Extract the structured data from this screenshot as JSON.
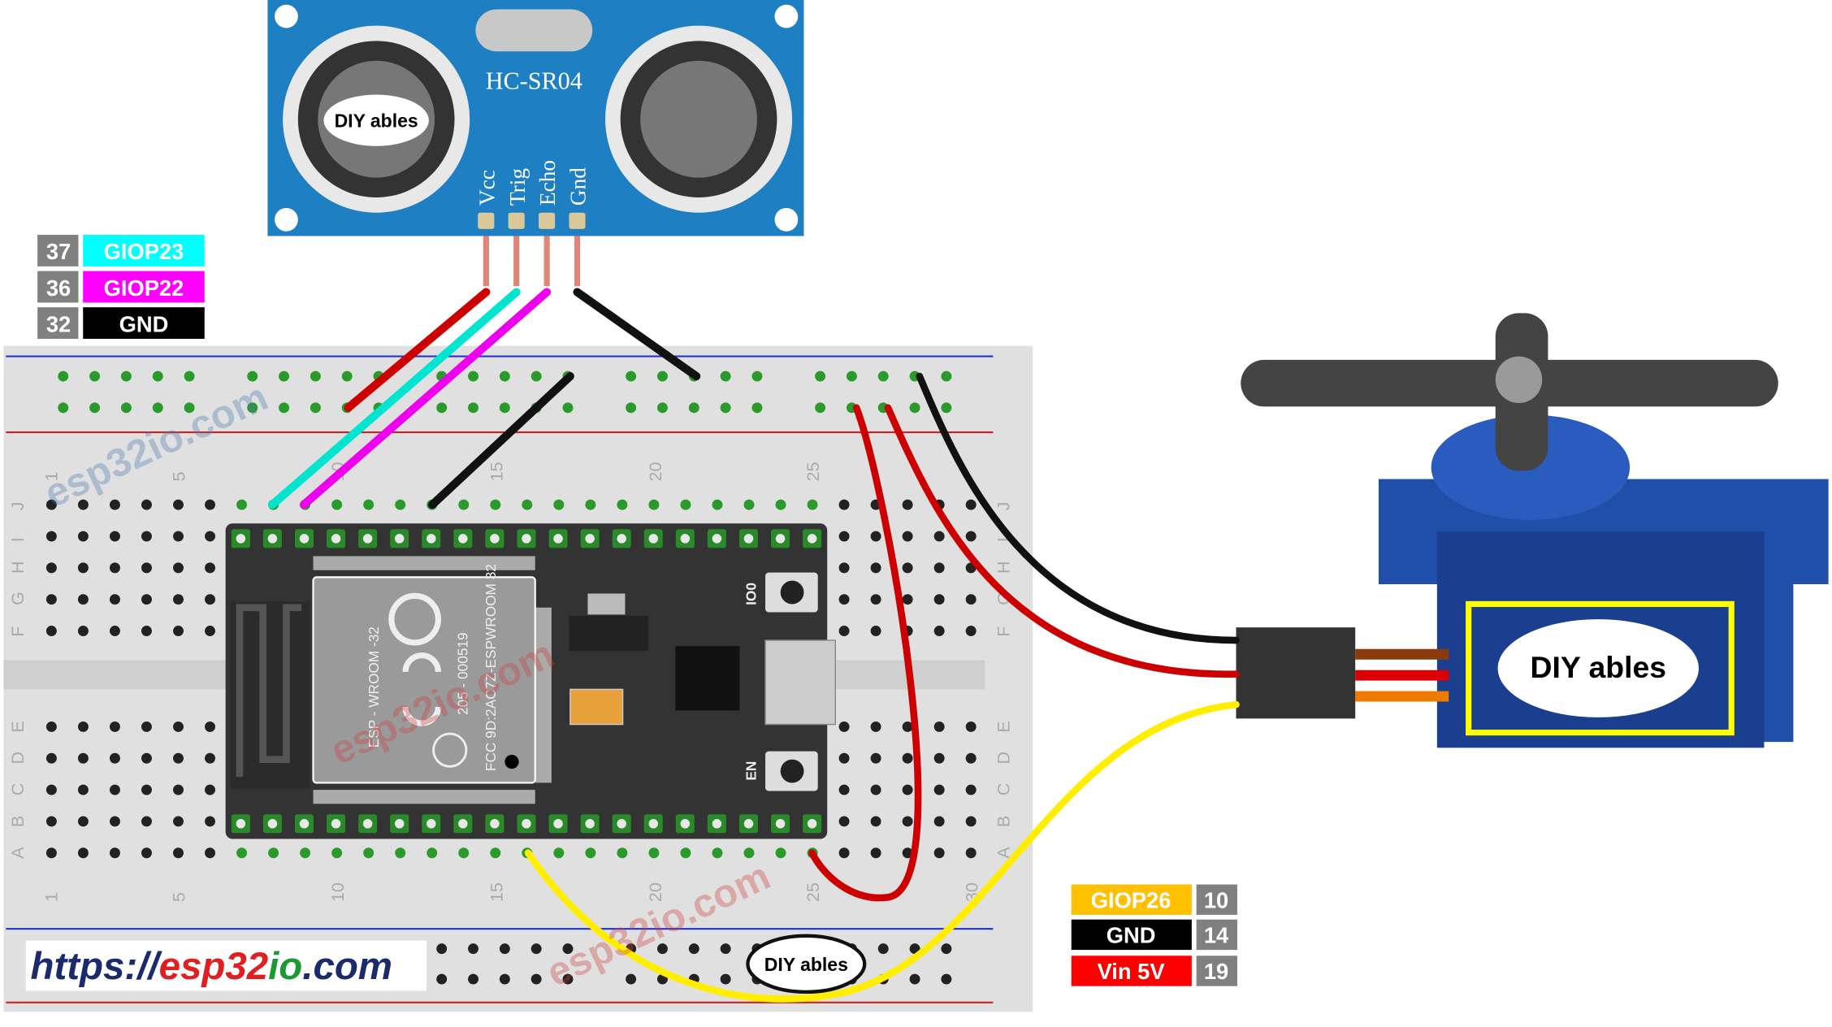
{
  "sensor": {
    "model": "HC-SR04",
    "pins": [
      "Vcc",
      "Trig",
      "Echo",
      "Gnd"
    ],
    "logo_text": "DIY ables"
  },
  "left_labels": [
    {
      "pin": "37",
      "name": "GIOP23",
      "color": "#00ffff"
    },
    {
      "pin": "36",
      "name": "GIOP22",
      "color": "#ff00ff"
    },
    {
      "pin": "32",
      "name": "GND",
      "color": "#000000"
    }
  ],
  "right_labels": [
    {
      "name": "GIOP26",
      "pin": "10",
      "color": "#ffc000"
    },
    {
      "name": "GND",
      "pin": "14",
      "color": "#000000"
    },
    {
      "name": "Vin 5V",
      "pin": "19",
      "color": "#ff0000"
    }
  ],
  "breadboard": {
    "column_numbers": [
      "1",
      "5",
      "10",
      "15",
      "20",
      "25",
      "30"
    ],
    "rows_top": [
      "J",
      "I",
      "H",
      "G",
      "F"
    ],
    "rows_bottom": [
      "E",
      "D",
      "C",
      "B",
      "A"
    ]
  },
  "esp32": {
    "module_name": "ESP - WROOM -32",
    "cert_id": "205 - 000519",
    "fcc": "FCC 9D:2AC7Z-ESPWROOM 32",
    "button_boot": "IO0",
    "button_en": "EN"
  },
  "servo": {
    "logo_text": "DIY ables"
  },
  "url": {
    "prefix": "https://",
    "part1": "esp32",
    "part2": "io",
    "suffix": ".com"
  },
  "watermark": "esp32io.com",
  "colors": {
    "sensor_blue": "#1e7fc3",
    "servo_blue": "#1f4fa8",
    "breadboard": "#e0e0e0",
    "wire_red": "#cc0000",
    "wire_yellow": "#ffee00"
  }
}
